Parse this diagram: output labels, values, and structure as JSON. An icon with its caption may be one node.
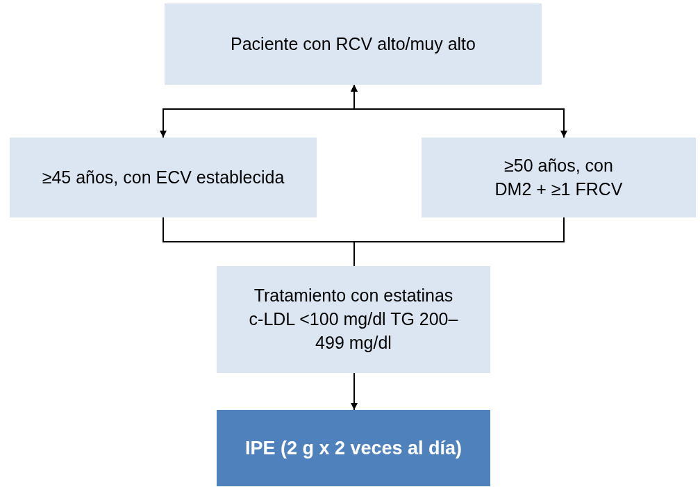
{
  "diagram": {
    "nodes": [
      {
        "text": [
          "Paciente con RCV alto/muy alto"
        ]
      },
      {
        "text": [
          "≥45 años, con ECV establecida"
        ]
      },
      {
        "text": [
          "≥50 años, con DM2 + ≥1 FRCV"
        ]
      },
      {
        "text": [
          "Tratamiento con estatinas c-LDL <100 mg/dl TG 200–499 mg/dl"
        ]
      },
      {
        "text": [
          "IPE (2 g x 2 veces al día)"
        ]
      }
    ],
    "edges": [
      {
        "from": 0,
        "to": 1,
        "arrow": "both"
      },
      {
        "from": 0,
        "to": 2,
        "arrow": "both"
      },
      {
        "from": 1,
        "to": 3,
        "arrow": "none"
      },
      {
        "from": 2,
        "to": 3,
        "arrow": "none"
      },
      {
        "from": 3,
        "to": 4,
        "arrow": "to"
      }
    ]
  }
}
